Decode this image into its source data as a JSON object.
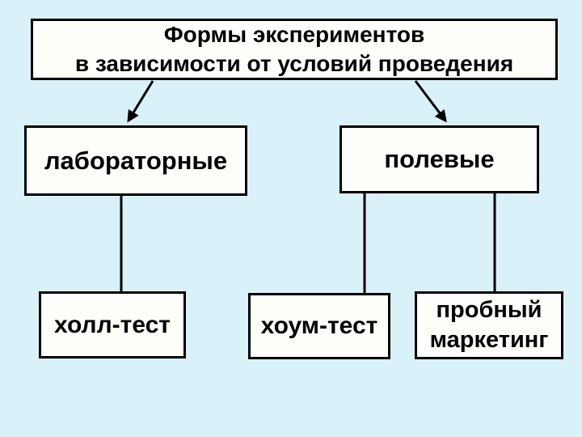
{
  "canvas": {
    "bg_color": "#d9f1f8",
    "box_fill": "#fefefa",
    "border_color": "#000000",
    "text_color": "#000000"
  },
  "diagram": {
    "title": {
      "line1": "Формы экспериментов",
      "line2": "в зависимости от условий проведения"
    },
    "nodes": {
      "laboratory": {
        "label": "лабораторные"
      },
      "field": {
        "label": "полевые"
      },
      "hall_test": {
        "label": "холл-тест"
      },
      "home_test": {
        "label": "хоум-тест"
      },
      "trial_marketing": {
        "line1": "пробный",
        "line2": "маркетинг"
      }
    },
    "edges": [
      {
        "from": "title",
        "to": "laboratory",
        "style": "arrow"
      },
      {
        "from": "title",
        "to": "field",
        "style": "arrow"
      },
      {
        "from": "laboratory",
        "to": "hall_test",
        "style": "line"
      },
      {
        "from": "field",
        "to": "home_test",
        "style": "line"
      },
      {
        "from": "field",
        "to": "trial_marketing",
        "style": "line"
      }
    ]
  }
}
